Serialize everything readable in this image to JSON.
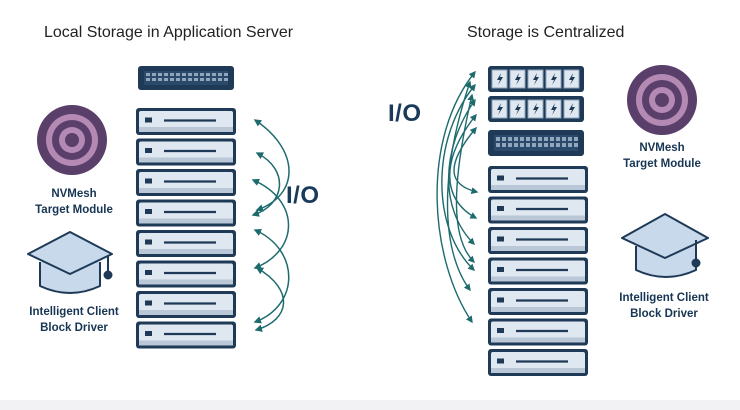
{
  "left_panel": {
    "title": "Local Storage in Application Server",
    "io_label": "I/O",
    "target_module": {
      "line1": "NVMesh",
      "line2": "Target Module"
    },
    "client_driver": {
      "line1": "Intelligent Client",
      "line2": "Block Driver"
    }
  },
  "right_panel": {
    "title": "Storage is Centralized",
    "io_label": "I/O",
    "target_module": {
      "line1": "NVMesh",
      "line2": "Target Module"
    },
    "client_driver": {
      "line1": "Intelligent Client",
      "line2": "Block Driver"
    }
  },
  "colors": {
    "server_fill": "#b9c7d7",
    "server_face": "#dfe7f0",
    "server_border": "#1f3a57",
    "arrow": "#1e6b6e",
    "target_outer": "#5a3f6a",
    "target_inner": "#b48ab4",
    "cap_fill": "#c7d9ea"
  }
}
